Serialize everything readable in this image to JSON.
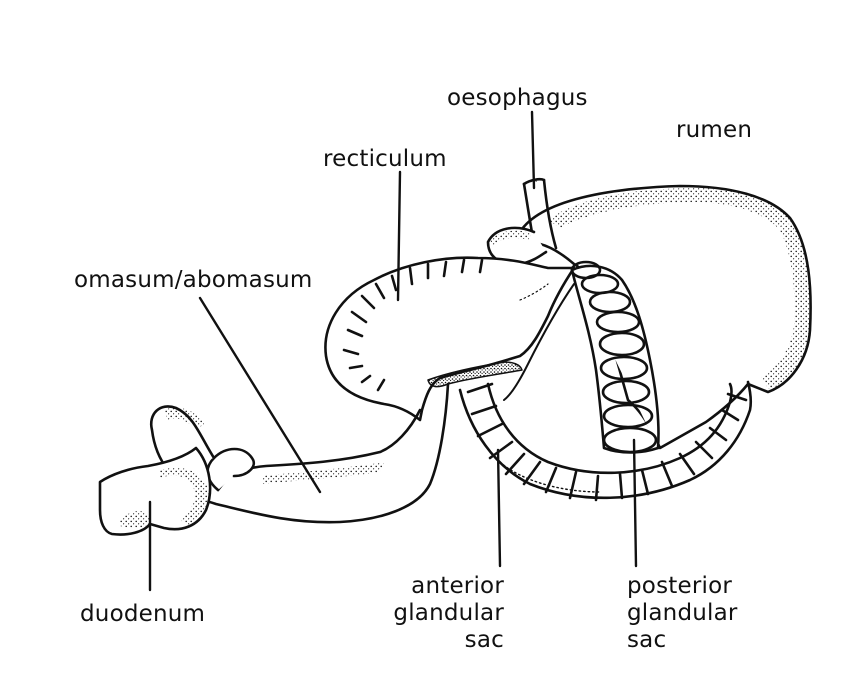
{
  "labels": {
    "oesophagus": "oesophagus",
    "rumen": "rumen",
    "recticulum": "recticulum",
    "omasum_abomasum": "omasum/abomasum",
    "duodenum": "duodenum",
    "anterior_glandular_sac": [
      "anterior",
      "glandular",
      "sac"
    ],
    "posterior_glandular_sac": [
      "posterior",
      "glandular",
      "sac"
    ]
  },
  "colors": {
    "ink": "#111111",
    "background": "#ffffff"
  }
}
